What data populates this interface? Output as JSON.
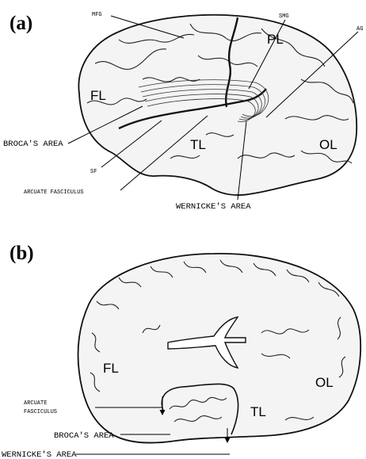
{
  "panels": {
    "a": {
      "panel_label": "(a)",
      "region_labels": {
        "fl": "FL",
        "pl": "PL",
        "tl": "TL",
        "ol": "OL"
      },
      "annotations": {
        "mfg": "MFG",
        "smg": "SMG",
        "ag": "AG",
        "sf": "SF",
        "brocas_area": "BROCA'S AREA",
        "arcuate_fasciculus": "ARCUATE FASCICULUS",
        "wernickes_area": "WERNICKE'S AREA"
      }
    },
    "b": {
      "panel_label": "(b)",
      "region_labels": {
        "fl": "FL",
        "tl": "TL",
        "ol": "OL"
      },
      "annotations": {
        "arcuate_line1": "ARCUATE",
        "arcuate_line2": "FASCICULUS",
        "brocas_area": "BROCA'S AREA",
        "wernickes_area": "WERNICKE'S AREA"
      }
    }
  }
}
